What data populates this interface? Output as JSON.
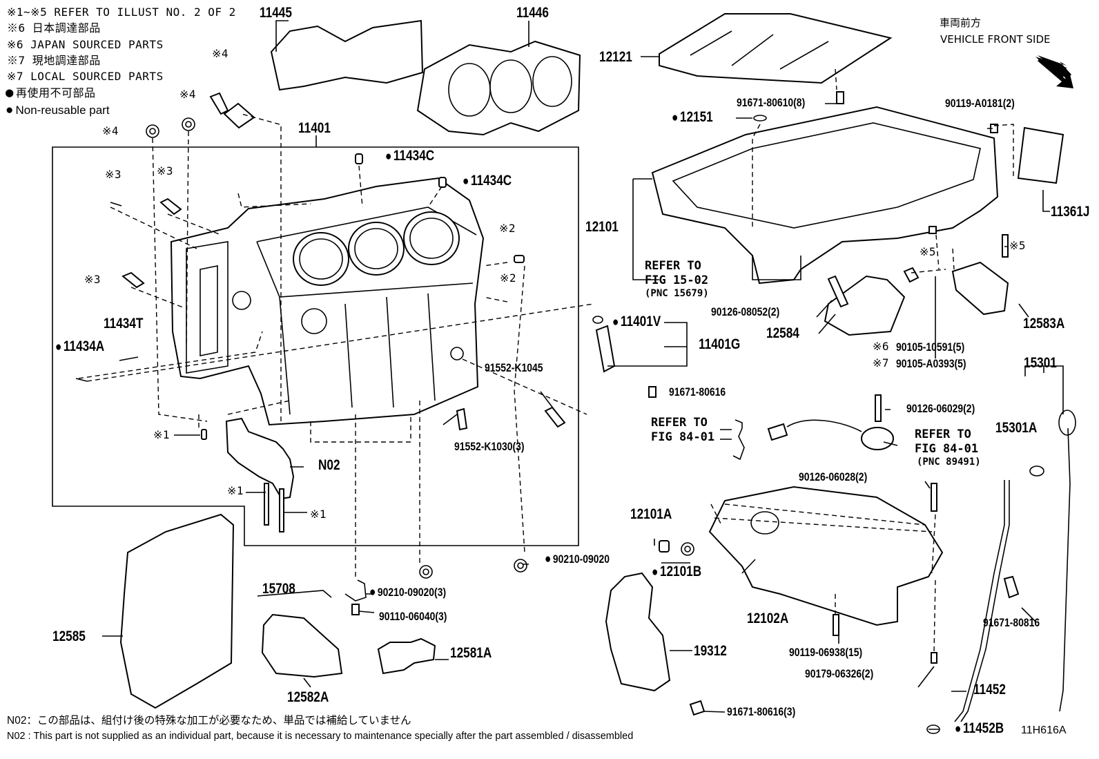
{
  "notes": [
    "※1~※5 REFER TO ILLUST NO. 2 OF 2",
    "※6 日本調達部品",
    "※6 JAPAN SOURCED PARTS",
    "※7 現地調達部品",
    "※7 LOCAL SOURCED PARTS",
    "再使用不可部品",
    "Non-reusable part"
  ],
  "direction": {
    "jp": "車両前方",
    "en": "VEHICLE FRONT SIDE"
  },
  "parts": {
    "p11445": "11445",
    "p11446": "11446",
    "p12121": "12121",
    "p11401": "11401",
    "p91671_80610": "91671-80610(8)",
    "p12151": "12151",
    "p90119_A0181": "90119-A0181(2)",
    "p11434C_1": "11434C",
    "p11434C_2": "11434C",
    "p12101": "12101",
    "p11361J": "11361J",
    "p11434T": "11434T",
    "p11434A": "11434A",
    "p90126_08052": "90126-08052(2)",
    "p12584": "12584",
    "p12583A": "12583A",
    "p11401V": "11401V",
    "p11401G": "11401G",
    "p90105_10591": "90105-10591(5)",
    "p90105_A0393": "90105-A0393(5)",
    "p91552_K1045": "91552-K1045",
    "p91671_80616": "91671-80616",
    "p15301": "15301",
    "p90126_06029": "90126-06029(2)",
    "p15301A": "15301A",
    "p91552_K1030": "91552-K1030(3)",
    "pN02": "N02",
    "p90126_06028": "90126-06028(2)",
    "p12101A": "12101A",
    "p90210_09020": "90210-09020",
    "p12101B": "12101B",
    "p15708": "15708",
    "p90210_09020_3": "90210-09020(3)",
    "p90110_06040": "90110-06040(3)",
    "p12102A": "12102A",
    "p91671_80816": "91671-80816",
    "p12585": "12585",
    "p12581A": "12581A",
    "p19312": "19312",
    "p90119_06938": "90119-06938(15)",
    "p90179_06326": "90179-06326(2)",
    "p11452": "11452",
    "p12582A": "12582A",
    "p91671_80616_3": "91671-80616(3)",
    "p11452B": "11452B"
  },
  "marks": {
    "m4a": "※4",
    "m4b": "※4",
    "m4c": "※4",
    "m3a": "※3",
    "m3b": "※3",
    "m3c": "※3",
    "m2a": "※2",
    "m2b": "※2",
    "m5a": "※5",
    "m5b": "※5",
    "m6": "※6",
    "m7": "※7",
    "m1a": "※1",
    "m1b": "※1",
    "m1c": "※1"
  },
  "refs": {
    "r1": {
      "line1": "REFER TO",
      "line2": "FIG 15-02",
      "line3": "(PNC 15679)"
    },
    "r2": {
      "line1": "REFER TO",
      "line2": "FIG 84-01"
    },
    "r3": {
      "line1": "REFER TO",
      "line2": "FIG 84-01",
      "line3": "(PNC 89491)"
    }
  },
  "footer": {
    "jp": "N02：この部品は、組付け後の特殊な加工が必要なため、単品では補給していません",
    "en": "N02 : This part is not supplied as an individual part, because it is necessary to maintenance specially after the part assembled / disassembled"
  },
  "figure_id": "11H616A"
}
